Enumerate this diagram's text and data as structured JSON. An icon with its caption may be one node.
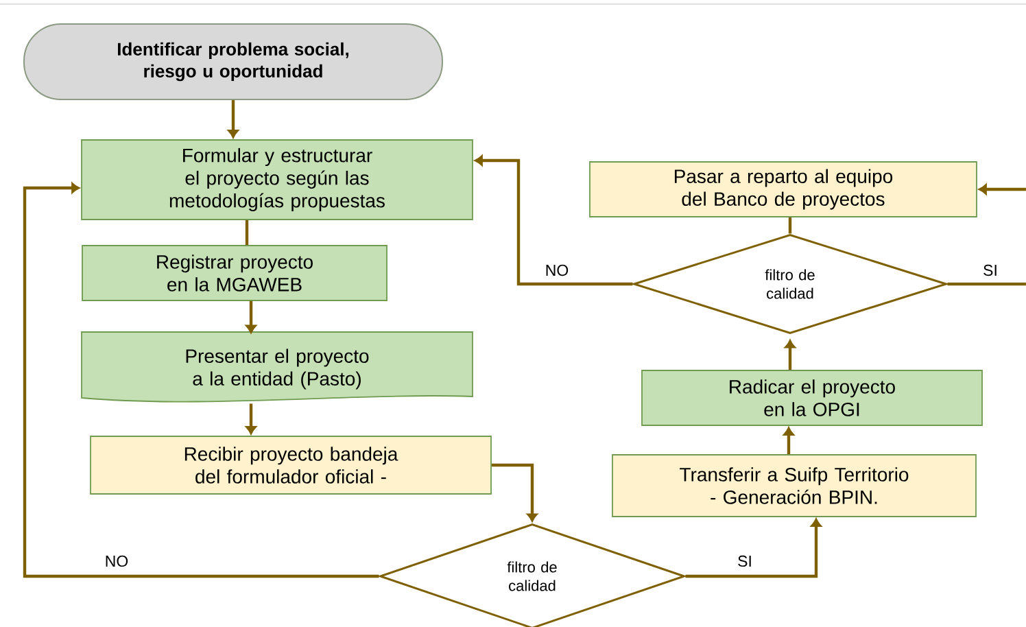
{
  "diagram": {
    "nodes": [
      {
        "text": [
          "Identificar problema social, riesgo u oportunidad"
        ]
      },
      {
        "text": [
          "Formular y estructurar el proyecto según las metodologías propuestas"
        ]
      },
      {
        "text": [
          "Registrar proyecto en la MGAWEB"
        ]
      },
      {
        "text": [
          "Presentar el proyecto a la entidad (Pasto)"
        ]
      },
      {
        "text": [
          "Recibir proyecto bandeja del formulador oficial -"
        ]
      },
      {
        "text": [
          "filtro de calidad"
        ]
      },
      {
        "text": [
          "Transferir a Suifp Territorio - Generación BPIN."
        ]
      },
      {
        "text": [
          "Radicar el proyecto en la OPGI"
        ]
      },
      {
        "text": [
          "filtro de calidad"
        ]
      },
      {
        "text": [
          "Pasar a reparto al equipo del Banco de proyectos"
        ]
      }
    ],
    "edges": [
      {
        "from": 0,
        "to": 1,
        "arrow": "to"
      },
      {
        "from": 1,
        "to": 2,
        "arrow": "none"
      },
      {
        "from": 2,
        "to": 3,
        "arrow": "to"
      },
      {
        "from": 3,
        "to": 4,
        "arrow": "to"
      },
      {
        "from": 4,
        "to": 5,
        "arrow": "to"
      },
      {
        "from": 5,
        "to": 1,
        "arrow": "to",
        "label": "NO"
      },
      {
        "from": 5,
        "to": 6,
        "arrow": "to",
        "label": "SI"
      },
      {
        "from": 6,
        "to": 7,
        "arrow": "to"
      },
      {
        "from": 7,
        "to": 8,
        "arrow": "to"
      },
      {
        "from": 8,
        "to": 9,
        "arrow": "none"
      },
      {
        "from": 8,
        "to": 1,
        "arrow": "to",
        "label": "NO"
      },
      {
        "from": 8,
        "to": null,
        "arrow": "none",
        "label": "SI"
      },
      {
        "from": null,
        "to": 9,
        "arrow": "to"
      }
    ]
  }
}
